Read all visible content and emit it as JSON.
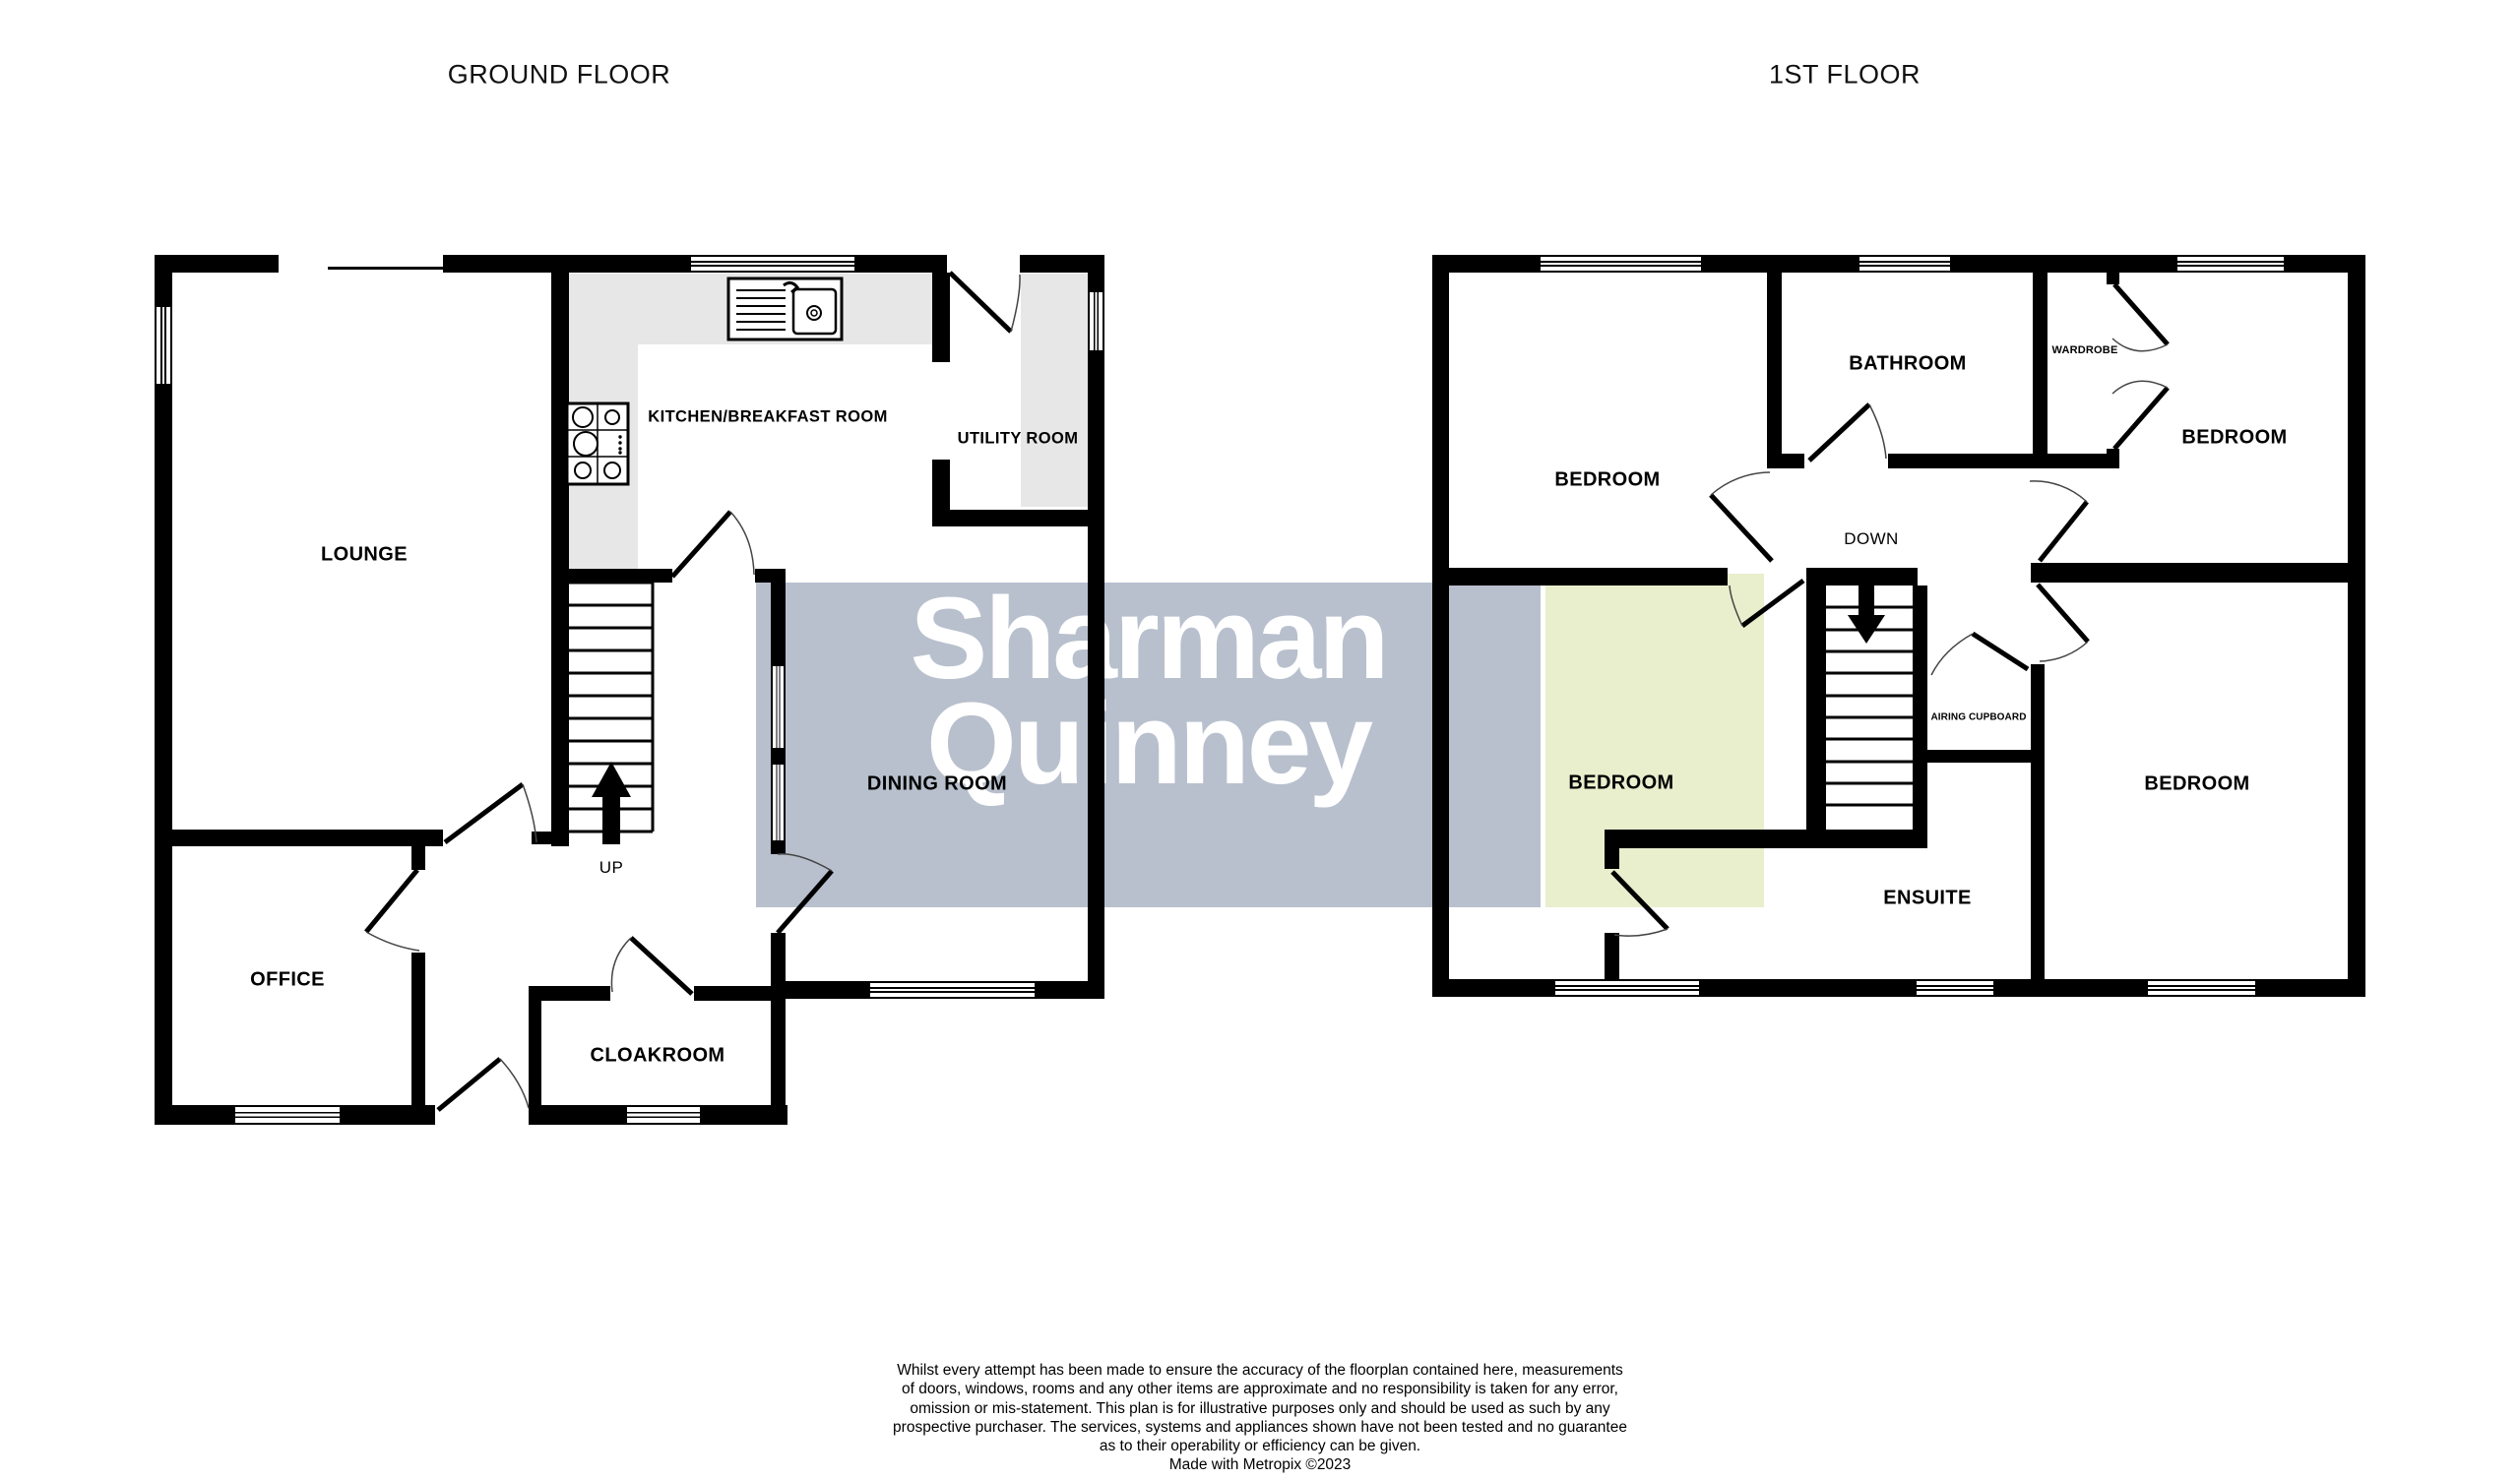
{
  "titles": {
    "ground": "GROUND FLOOR",
    "first": "1ST FLOOR"
  },
  "watermark": {
    "line1": "Sharman",
    "line2": "Quinney",
    "box_color": "#b8c0cd",
    "text_color": "#ffffff"
  },
  "colors": {
    "wall": "#000000",
    "kitchen_counter": "#e7e7e7",
    "highlight_room": "#e9eecd",
    "floor": "#ffffff"
  },
  "ground_floor": {
    "rooms": [
      {
        "label": "LOUNGE"
      },
      {
        "label": "KITCHEN/BREAKFAST ROOM"
      },
      {
        "label": "UTILITY ROOM"
      },
      {
        "label": "DINING ROOM"
      },
      {
        "label": "OFFICE"
      },
      {
        "label": "CLOAKROOM"
      }
    ],
    "stair_label": "UP"
  },
  "first_floor": {
    "rooms": [
      {
        "label": "BEDROOM"
      },
      {
        "label": "BATHROOM"
      },
      {
        "label": "WARDROBE"
      },
      {
        "label": "BEDROOM"
      },
      {
        "label": "BEDROOM"
      },
      {
        "label": "AIRING CUPBOARD"
      },
      {
        "label": "ENSUITE"
      },
      {
        "label": "BEDROOM"
      }
    ],
    "stair_label": "DOWN"
  },
  "disclaimer": {
    "lines": [
      "Whilst every attempt has been made to ensure the accuracy of the floorplan contained here, measurements",
      "of doors, windows, rooms and any other items are approximate and no responsibility is taken for any error,",
      "omission or mis-statement. This plan is for illustrative purposes only and should be used as such by any",
      "prospective purchaser. The services, systems and appliances shown have not been tested and no guarantee",
      "as to their operability or efficiency can be given.",
      "Made with Metropix ©2023"
    ]
  }
}
